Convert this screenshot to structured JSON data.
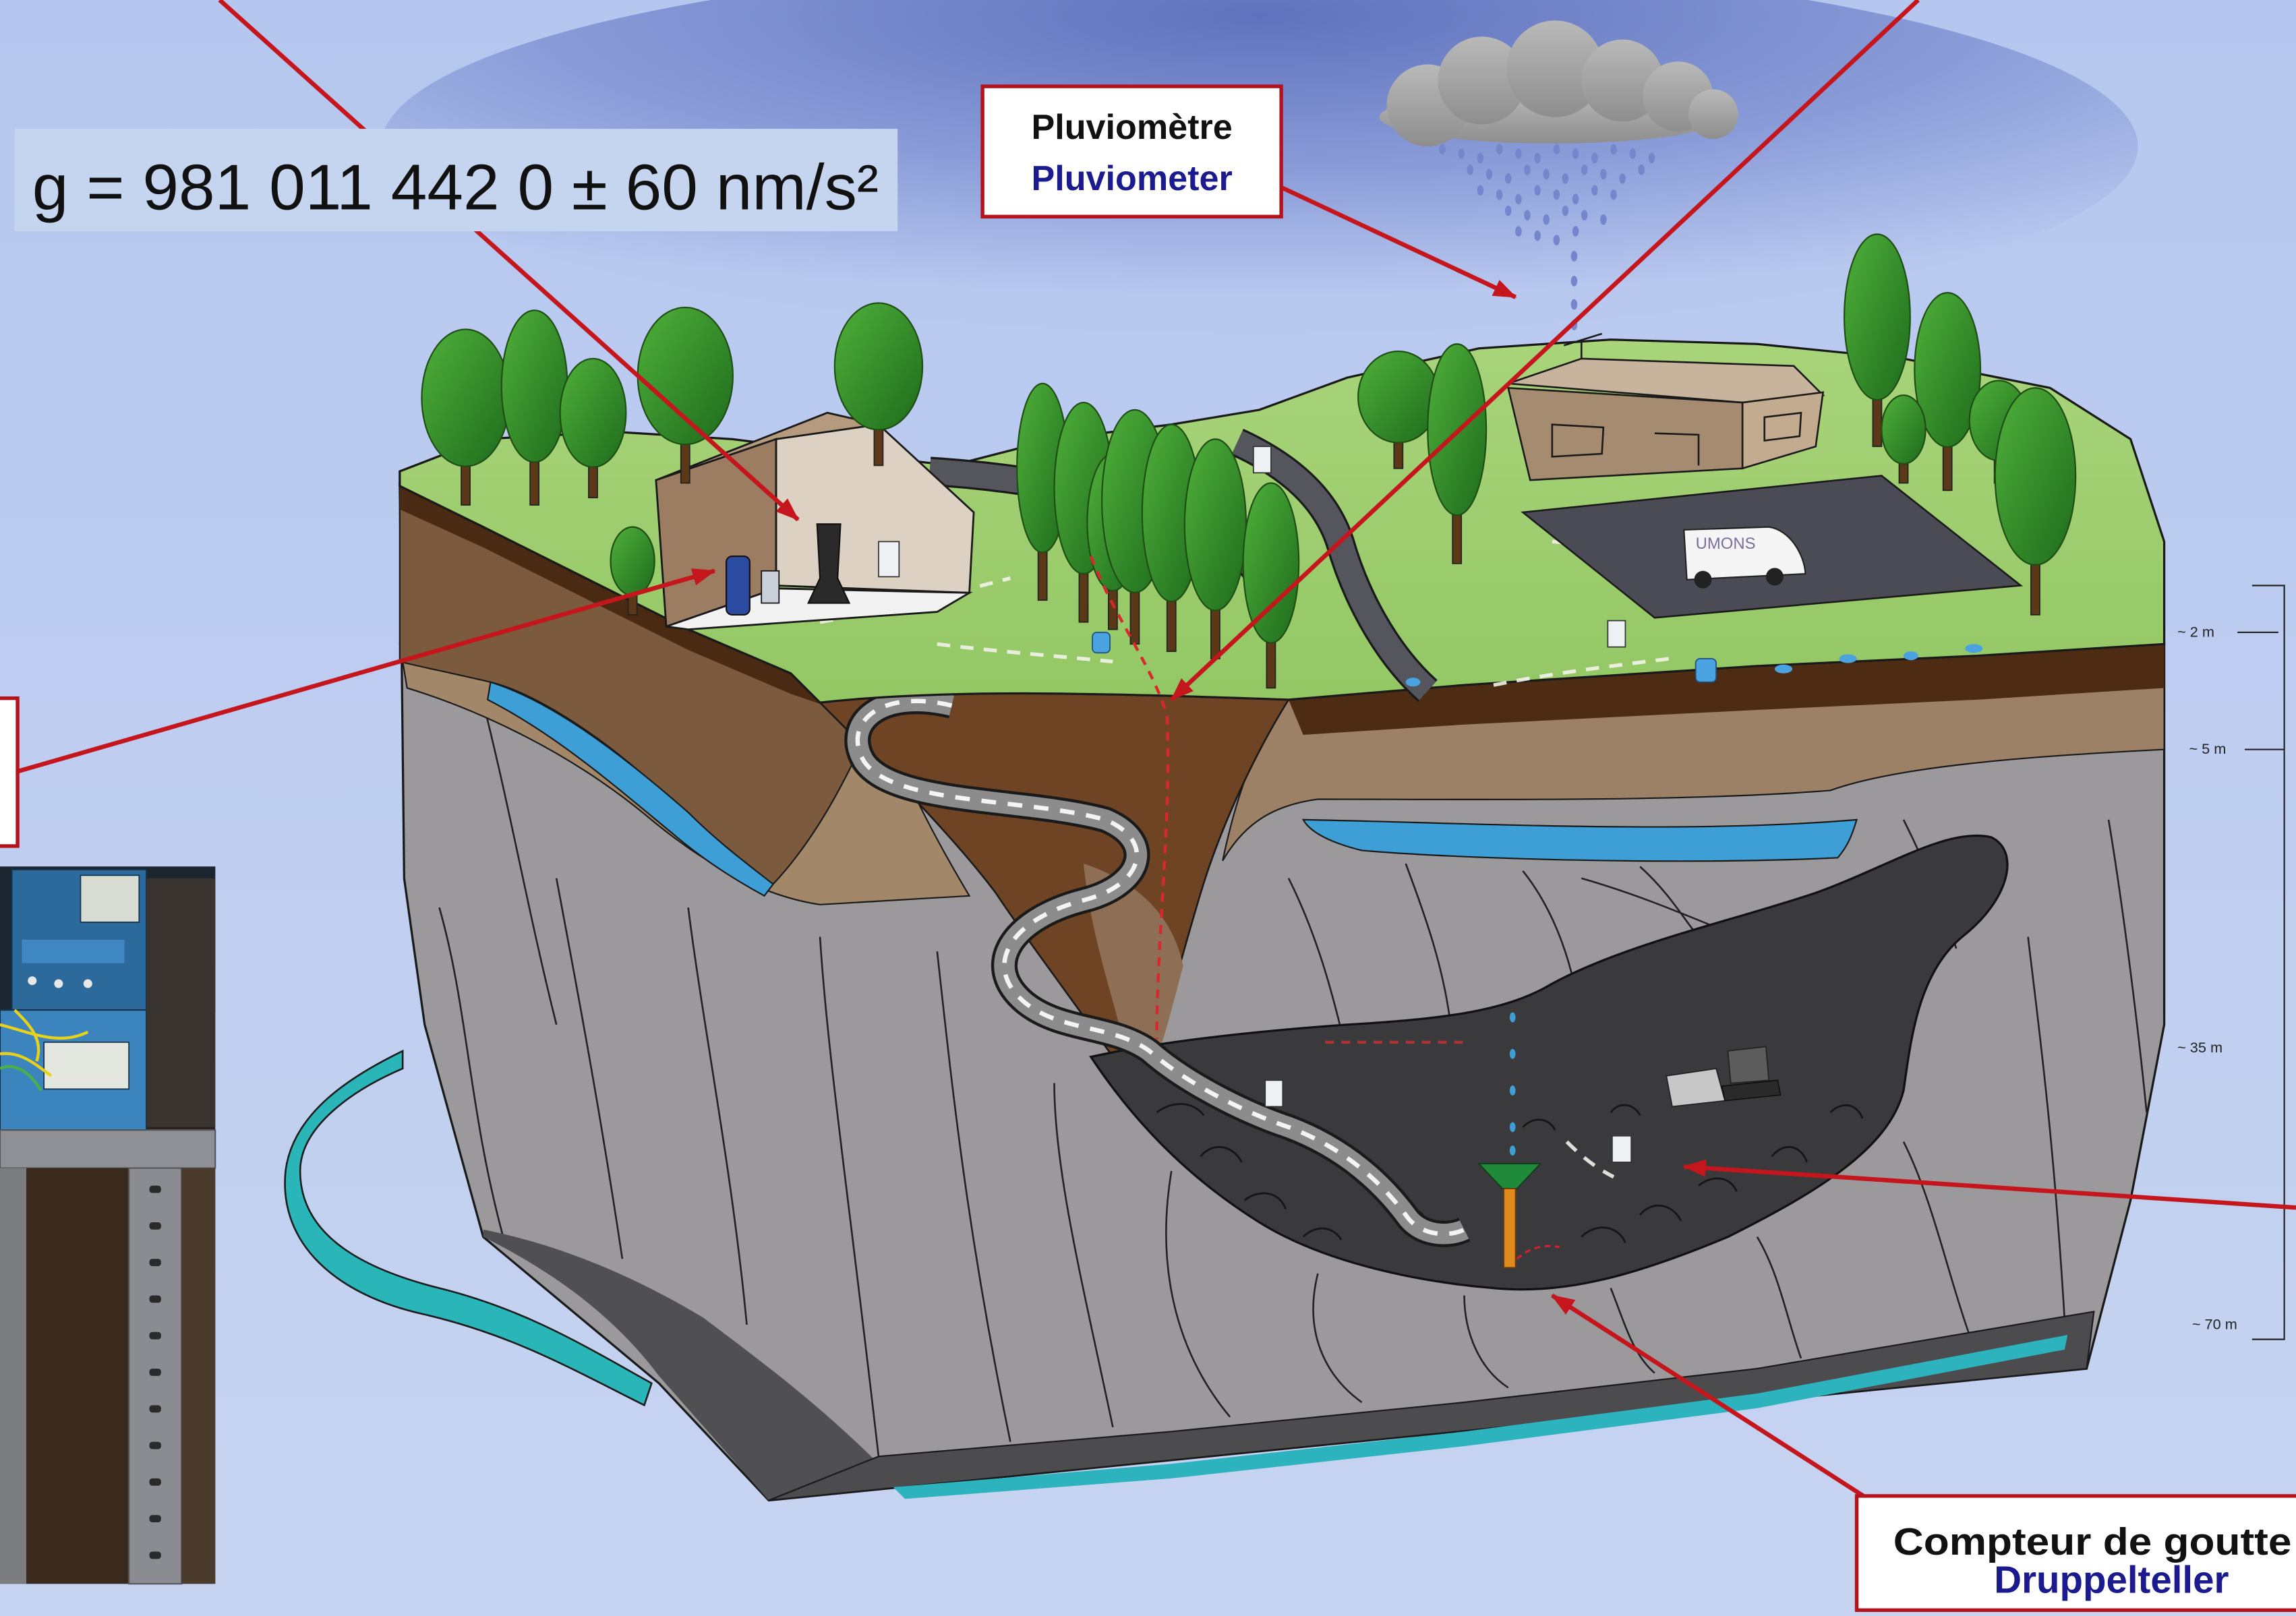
{
  "labels": {
    "gravity_value": "g = 981 011 442 0 ± 60 nm/s²",
    "rain_gauge_fr": "Pluviomètre",
    "rain_gauge_nl": "Pluviometer",
    "drip_counter_fr": "Compteur de goutte",
    "drip_counter_nl": "Druppelteller",
    "van_logo": "UMONS"
  },
  "depth_scale": {
    "marks": [
      "~ 2 m",
      "~ 5 m",
      "~ 35 m",
      "~ 70 m"
    ]
  },
  "colors": {
    "arrow": "#c4161c",
    "label_border": "#b5121b",
    "dutch_text": "#1b1b8f",
    "label_bg": "#c6d5ef"
  }
}
